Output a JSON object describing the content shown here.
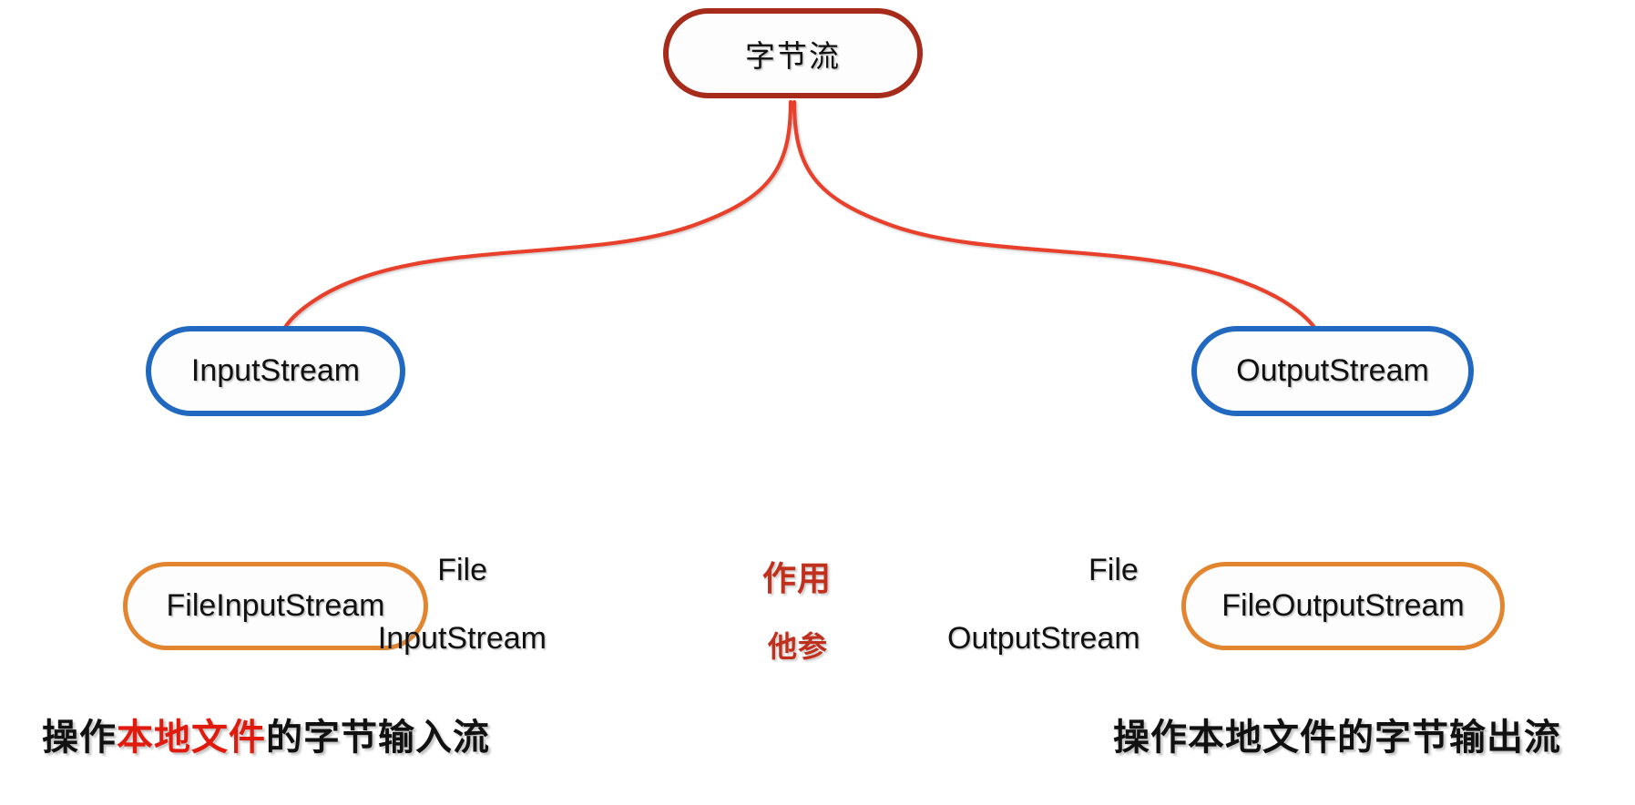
{
  "diagram": {
    "title_node": {
      "label": "字节流",
      "border_color": "#a62b1b"
    },
    "nodes": [
      {
        "id": "inputstream",
        "label": "InputStream",
        "border_color": "#2169c0"
      },
      {
        "id": "outputstream",
        "label": "OutputStream",
        "border_color": "#2169c0"
      },
      {
        "id": "fileinputstream",
        "label": "FileInputStream",
        "border_color": "#e3852f"
      },
      {
        "id": "fileoutputstream",
        "label": "FileOutputStream",
        "border_color": "#e3852f"
      }
    ],
    "comparison": {
      "rows": [
        {
          "label": "作用",
          "left": "File",
          "right": "File"
        },
        {
          "label": "他参",
          "left": "InputStream",
          "right": "OutputStream"
        }
      ],
      "label_color": "#c0301c",
      "arrow_color": "#b5301e"
    },
    "captions": {
      "left": {
        "pre": "操作",
        "highlight": "本地文件",
        "post": "的字节输入流",
        "highlight_color": "#e01b0e"
      },
      "right": {
        "pre": "操作",
        "highlight": "",
        "post": "本地文件的字节输出流",
        "highlight_color": "#111111"
      }
    },
    "edge_color": "#e8402a"
  }
}
